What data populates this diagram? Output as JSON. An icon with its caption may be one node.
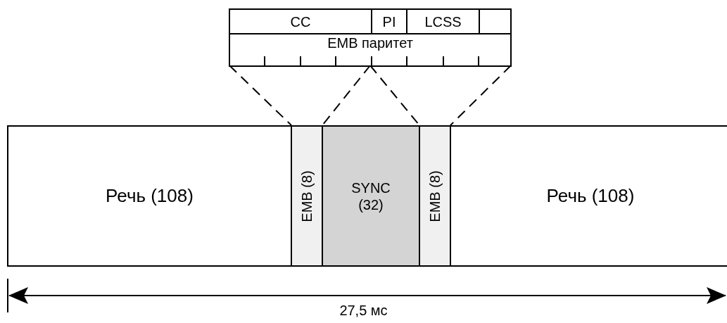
{
  "diagram": {
    "nodes": [
      {
        "text": [
          "CC"
        ]
      },
      {
        "text": [
          "PI"
        ]
      },
      {
        "text": [
          "LCSS"
        ]
      },
      {
        "text": [],
        "shape": "box"
      },
      {
        "text": [
          "EMB паритет"
        ]
      },
      {
        "text": [
          "Речь (108)"
        ]
      },
      {
        "text": [
          "EMB (8)"
        ]
      },
      {
        "text": [
          "SYNC (32)"
        ]
      },
      {
        "text": [
          "EMB (8)"
        ]
      },
      {
        "text": [
          "Речь (108)"
        ]
      }
    ],
    "edges": [
      {
        "from": 4,
        "to": 6,
        "arrow": "none",
        "style": "dashed"
      },
      {
        "from": 4,
        "to": 6,
        "arrow": "none",
        "style": "dashed"
      },
      {
        "from": 4,
        "to": 8,
        "arrow": "none",
        "style": "dashed"
      },
      {
        "from": 4,
        "to": 8,
        "arrow": "none",
        "style": "dashed"
      }
    ],
    "labels": [
      "27,5 мс"
    ]
  }
}
